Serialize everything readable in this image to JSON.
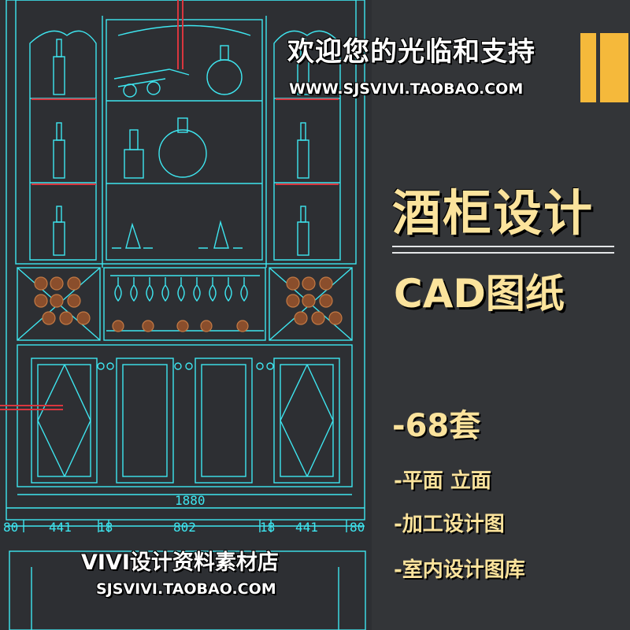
{
  "banner": {
    "welcome": "欢迎您的光临和支持",
    "url_top": "WWW.SJSVIVI.TAOBAO.COM",
    "title_main": "酒柜设计",
    "title_sub": "CAD图纸",
    "count": "-68套",
    "features": [
      "-平面 立面",
      "-加工设计图",
      "-室内设计图库"
    ],
    "shop_name": "VIVI设计资料素材店",
    "shop_url": "SJSVIVI.TAOBAO.COM"
  },
  "drawing": {
    "total_width": "1880",
    "segments": [
      "80",
      "441",
      "18",
      "802",
      "18",
      "441",
      "80"
    ]
  },
  "colors": {
    "background": "#2d2f33",
    "cad_line": "#3ee6f0",
    "cad_red": "#d9363e",
    "gold": "#f5b93b",
    "title_text": "#fbe39c"
  }
}
